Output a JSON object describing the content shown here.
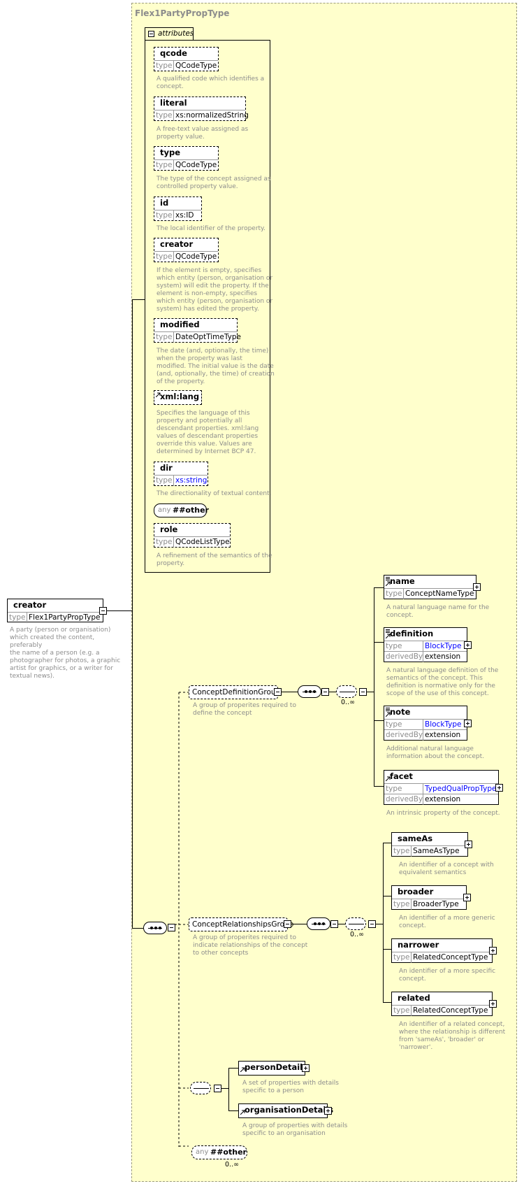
{
  "type_title": "Flex1PartyPropType",
  "attributes_label": "attributes",
  "root": {
    "name": "creator",
    "type_key": "type",
    "type_value": "Flex1PartyPropType",
    "desc": [
      "A party (person or organisation)",
      "which created the content, preferably",
      "the name of a person (e.g. a",
      "photographer for photos, a graphic",
      "artist for graphics, or a writer for",
      "textual news)."
    ]
  },
  "attributes": [
    {
      "name": "qcode",
      "type": "QCodeType",
      "desc": [
        "A qualified code which identifies a",
        "concept."
      ]
    },
    {
      "name": "literal",
      "type": "xs:normalizedString",
      "desc": [
        "A free-text value assigned as",
        "property value."
      ]
    },
    {
      "name": "type",
      "type": "QCodeType",
      "desc": [
        "The type of the concept assigned as",
        "controlled property value."
      ]
    },
    {
      "name": "id",
      "type": "xs:ID",
      "desc": [
        "The local identifier of the property."
      ]
    },
    {
      "name": "creator",
      "type": "QCodeType",
      "desc": [
        "If the element is empty, specifies",
        "which entity (person, organisation or",
        "system) will edit the property. If the",
        "element is non-empty, specifies",
        "which entity (person, organisation or",
        "system) has edited the property."
      ]
    },
    {
      "name": "modified",
      "type": "DateOptTimeType",
      "desc": [
        "The date (and, optionally, the time)",
        "when the property was last",
        "modified. The initial value is the date",
        "(and, optionally, the time) of creation",
        "of the property."
      ]
    },
    {
      "name": "xml:lang",
      "type": "",
      "desc": [
        "Specifies the language of this",
        "property and potentially all",
        "descendant properties. xml:lang",
        "values of descendant properties",
        "override this value. Values are",
        "determined by Internet BCP 47."
      ]
    },
    {
      "name": "dir",
      "type": "xs:string",
      "desc": [
        "The directionality of textual content."
      ]
    },
    {
      "name": "role",
      "type": "QCodeListType",
      "desc": [
        "A refinement of the semantics of the",
        "property."
      ]
    }
  ],
  "any_other_attr": {
    "k": "any",
    "v": "##other"
  },
  "type_key": "type",
  "derived_key": "derivedBy",
  "groups": {
    "concept_def": {
      "name": "ConceptDefinitionGroup",
      "desc": [
        "A group of properites required to",
        "define the concept"
      ],
      "mult": "0..∞"
    },
    "concept_rel": {
      "name": "ConceptRelationshipsGroup",
      "desc": [
        "A group of properites required to",
        "indicate relationships of the concept",
        "to other concepts"
      ],
      "mult": "0..∞"
    }
  },
  "def_elems": [
    {
      "name": "name",
      "type": "ConceptNameType",
      "derived": "",
      "desc": [
        "A natural language name for the",
        "concept."
      ]
    },
    {
      "name": "definition",
      "type": "BlockType",
      "derived": "extension",
      "desc": [
        "A natural language definition of the",
        "semantics of the concept. This",
        "definition is normative only for the",
        "scope of the use of this concept."
      ]
    },
    {
      "name": "note",
      "type": "BlockType",
      "derived": "extension",
      "desc": [
        "Additional natural language",
        "information about the concept."
      ]
    },
    {
      "name": "facet",
      "type": "TypedQualPropType",
      "derived": "extension",
      "desc": [
        "An intrinsic property of the concept."
      ]
    }
  ],
  "rel_elems": [
    {
      "name": "sameAs",
      "type": "SameAsType",
      "desc": [
        "An identifier of a concept with",
        "equivalent semantics"
      ]
    },
    {
      "name": "broader",
      "type": "BroaderType",
      "desc": [
        "An identifier of a more generic",
        "concept."
      ]
    },
    {
      "name": "narrower",
      "type": "RelatedConceptType",
      "desc": [
        "An identifier of a more specific",
        "concept."
      ]
    },
    {
      "name": "related",
      "type": "RelatedConceptType",
      "desc": [
        "An identifier of a related concept,",
        "where the relationship is different",
        "from 'sameAs', 'broader' or",
        "'narrower'."
      ]
    }
  ],
  "details": [
    {
      "name": "personDetails",
      "desc": [
        "A set of properties with details",
        "specific to a person"
      ]
    },
    {
      "name": "organisationDetails",
      "desc": [
        "A group of properties with details",
        "specific to an organisation"
      ]
    }
  ],
  "any_other_elem": {
    "k": "any",
    "v": "##other",
    "mult": "0..∞"
  }
}
